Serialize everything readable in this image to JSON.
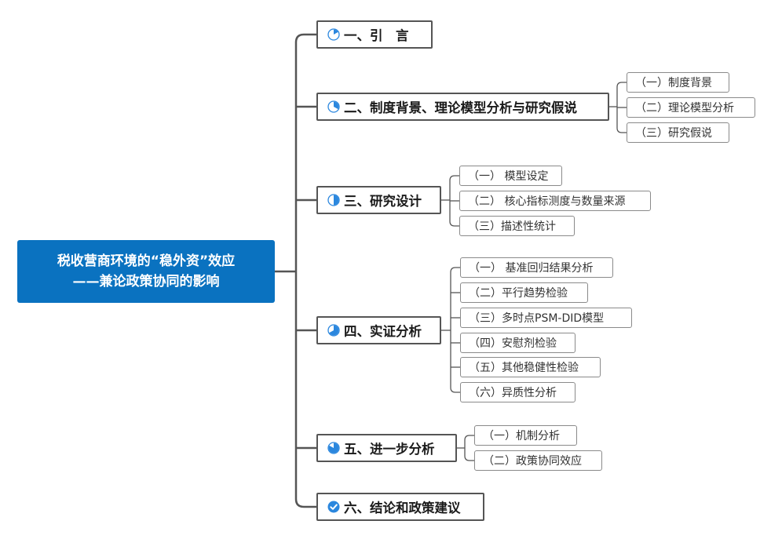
{
  "root": {
    "title_line1": "税收营商环境的“稳外资”效应",
    "title_line2": "——兼论政策协同的影响"
  },
  "colors": {
    "root_fill": "#0a72c0",
    "connector": "#555555",
    "icon_blue": "#2b87de"
  },
  "sections": [
    {
      "label": "一、引　言",
      "icon": "progress-pie-icon",
      "progress": 0.17,
      "children": []
    },
    {
      "label": "二、制度背景、理论模型分析与研究假说",
      "icon": "progress-pie-icon",
      "progress": 0.33,
      "children": [
        "（一）制度背景",
        "（二）理论模型分析",
        "（三）研究假说"
      ]
    },
    {
      "label": "三、研究设计",
      "icon": "progress-pie-icon",
      "progress": 0.5,
      "children": [
        "（一） 模型设定",
        "（二） 核心指标测度与数量来源",
        "（三）描述性统计"
      ]
    },
    {
      "label": "四、实证分析",
      "icon": "progress-pie-icon",
      "progress": 0.67,
      "children": [
        "（一） 基准回归结果分析",
        "（二）平行趋势检验",
        "（三）多时点PSM-DID模型",
        "（四）安慰剂检验",
        "（五）其他稳健性检验",
        "（六）异质性分析"
      ]
    },
    {
      "label": "五、进一步分析",
      "icon": "progress-pie-icon",
      "progress": 0.83,
      "children": [
        "（一）机制分析",
        "（二）政策协同效应"
      ]
    },
    {
      "label": "六、结论和政策建议",
      "icon": "check-done-icon",
      "progress": 1,
      "children": []
    }
  ]
}
